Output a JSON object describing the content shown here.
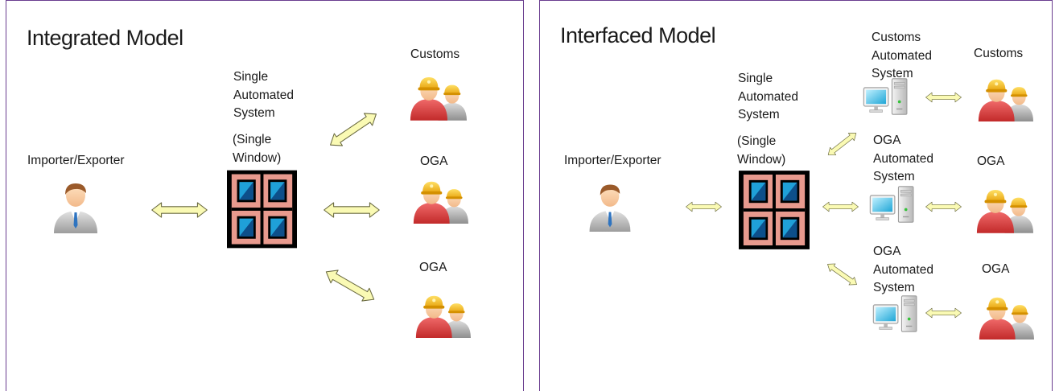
{
  "integrated": {
    "title": "Integrated Model",
    "importer_label": "Importer/Exporter",
    "single_system_label": "Single\nAutomated\nSystem",
    "single_window_label": "(Single\nWindow)",
    "customs_label": "Customs",
    "oga1_label": "OGA",
    "oga2_label": "OGA"
  },
  "interfaced": {
    "title": "Interfaced Model",
    "importer_label": "Importer/Exporter",
    "single_system_label": "Single\nAutomated\nSystem",
    "single_window_label": "(Single\nWindow)",
    "customs_system_label": "Customs\nAutomated\nSystem",
    "customs_label": "Customs",
    "oga_system1_label": "OGA\nAutomated\nSystem",
    "oga1_label": "OGA",
    "oga_system2_label": "OGA\nAutomated\nSystem",
    "oga2_label": "OGA"
  },
  "colors": {
    "border": "#6a3d8f",
    "arrow_fill": "#fafab4",
    "arrow_stroke": "#6a6a40",
    "window_frame": "#000000",
    "window_pane": "#e89a8e",
    "window_glass": "#1fa0d8"
  },
  "icons": [
    "person-icon",
    "officer-group-icon",
    "single-window-icon",
    "computer-icon",
    "double-arrow-icon"
  ]
}
